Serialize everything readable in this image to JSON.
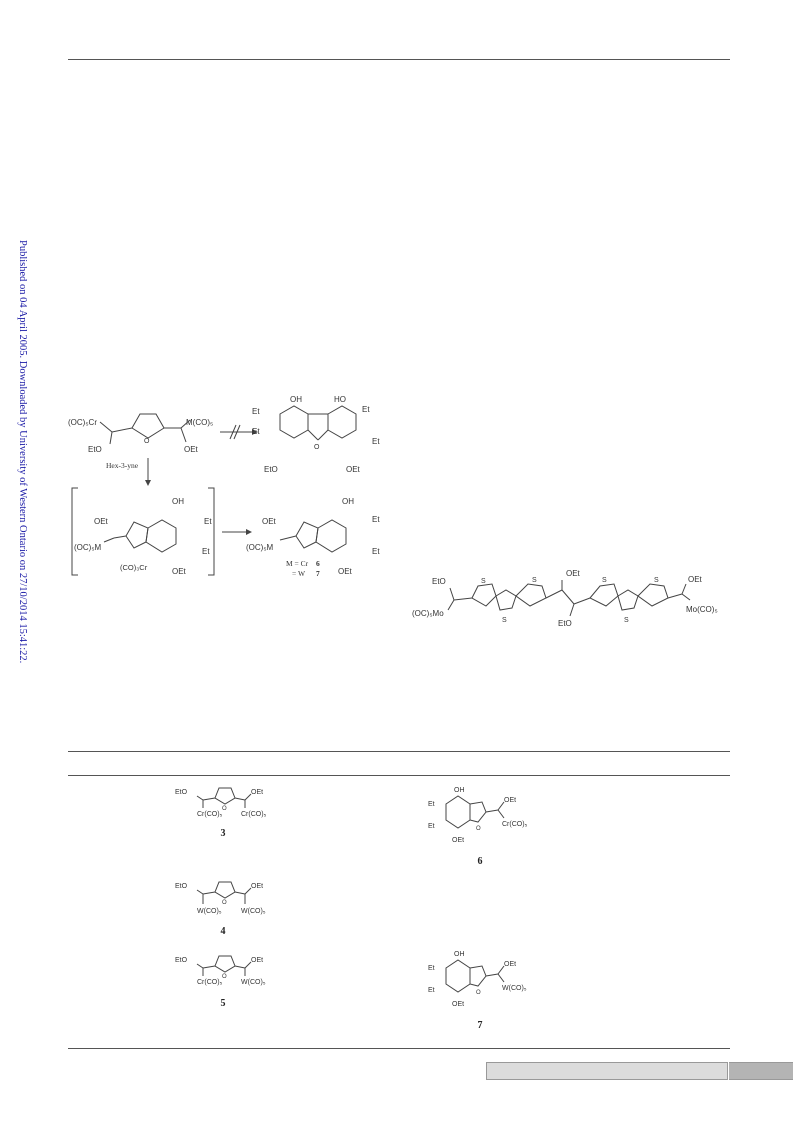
{
  "sidebar": {
    "published_note": "Published on 04 April 2005. Downloaded by University of Western Ontario on 27/10/2014 15:41:22."
  },
  "scheme1": {
    "reactant_left": "(OC)₅Cr",
    "reactant_right": "M(CO)₅",
    "reactant_oet": "OEt",
    "reactant_eto": "EtO",
    "reagent": "Hex-3-yne",
    "product_oh1": "OH",
    "product_oh2": "HO",
    "et": "Et",
    "oet": "OEt",
    "eto": "EtO",
    "int_oet": "OEt",
    "int_metal": "(OC)₅M",
    "int_cr": "(CO)₃Cr",
    "int_oh": "OH",
    "prod_oet": "OEt",
    "prod_metal": "(OC)₅M",
    "prod_oh": "OH",
    "m_cr": "M = Cr",
    "m_cr_num": "6",
    "m_w": "= W",
    "m_w_num": "7"
  },
  "scheme2": {
    "eto": "EtO",
    "oet_top": "OEt",
    "oet_right": "OEt",
    "eto_bottom": "EtO",
    "mo_left": "(OC)₅Mo",
    "mo_right": "Mo(CO)₅",
    "s": "S"
  },
  "table": {
    "compounds": [
      {
        "id": "3",
        "left_metal": "Cr(CO)₅",
        "right_metal": "Cr(CO)₅",
        "eto": "EtO",
        "oet": "OEt"
      },
      {
        "id": "4",
        "left_metal": "W(CO)₅",
        "right_metal": "W(CO)₅",
        "eto": "EtO",
        "oet": "OEt"
      },
      {
        "id": "5",
        "left_metal": "Cr(CO)₅",
        "right_metal": "W(CO)₅",
        "eto": "EtO",
        "oet": "OEt"
      },
      {
        "id": "6",
        "metal": "Cr(CO)₅",
        "oh": "OH",
        "oet": "OEt",
        "et": "Et",
        "oet_bottom": "OEt"
      },
      {
        "id": "7",
        "metal": "W(CO)₅",
        "oh": "OH",
        "oet": "OEt",
        "et": "Et",
        "oet_bottom": "OEt"
      }
    ]
  }
}
